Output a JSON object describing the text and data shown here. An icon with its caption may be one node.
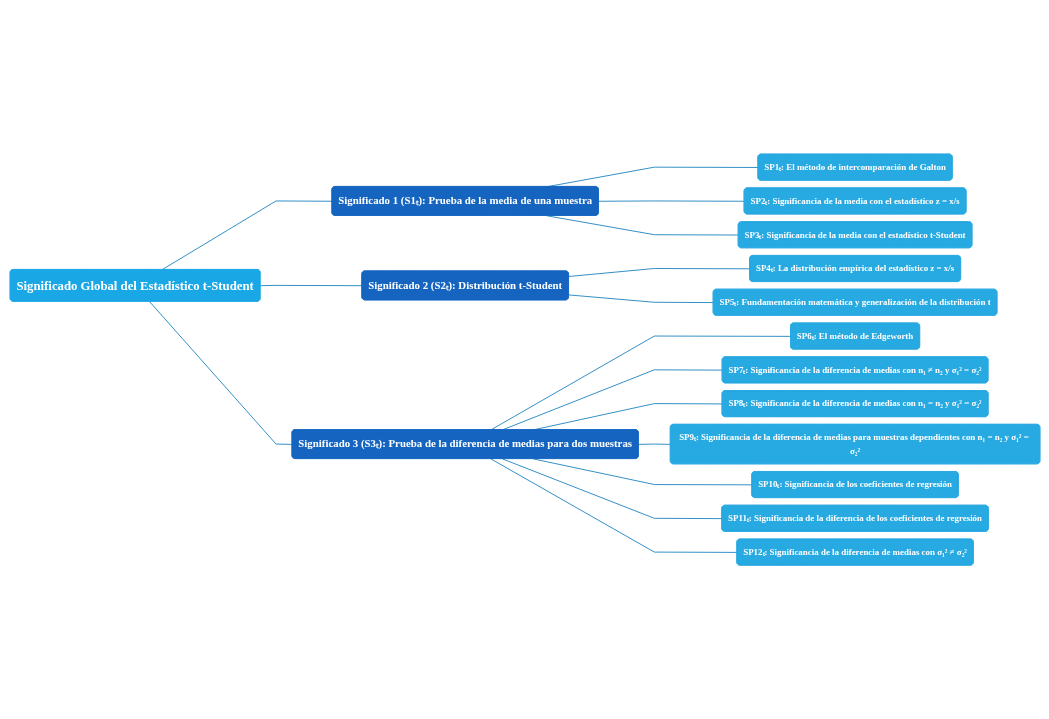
{
  "diagram": {
    "nodes": [
      {
        "text": [
          "Significado Global del Estadístico t-Student"
        ]
      },
      {
        "text": [
          "Significado 1 (S1ₜ): Prueba de la media de una muestra"
        ]
      },
      {
        "text": [
          "Significado 2 (S2ₜ): Distribución t-Student"
        ]
      },
      {
        "text": [
          "Significado 3 (S3ₜ): Prueba de la diferencia de medias para dos muestras"
        ]
      },
      {
        "text": [
          "SP1ₜ: El método de intercomparación de Galton"
        ]
      },
      {
        "text": [
          "SP2ₜ: Significancia de la media con el estadístico z = x/s"
        ]
      },
      {
        "text": [
          "SP3ₜ: Significancia de la media con el estadístico t-Student"
        ]
      },
      {
        "text": [
          "SP4ₜ: La distribución empírica del estadístico z = x/s"
        ]
      },
      {
        "text": [
          "SP5ₜ: Fundamentación matemática y generalización de la distribución t"
        ]
      },
      {
        "text": [
          "SP6ₜ: El método de Edgeworth"
        ]
      },
      {
        "text": [
          "SP7ₜ: Significancia de la diferencia de medias con n₁ ≠ n₂ y σ₁² = σ₂²"
        ]
      },
      {
        "text": [
          "SP8ₜ: Significancia de la diferencia de medias con n₁ = n₂ y σ₁² = σ₂²"
        ]
      },
      {
        "text": [
          "SP9ₜ: Significancia de la diferencia de medias para muestras dependientes con n₁ = n₂ y σ₁² = σ₂²"
        ]
      },
      {
        "text": [
          "SP10ₜ: Significancia de los coeficientes de regresión"
        ]
      },
      {
        "text": [
          "SP11ₜ: Significancia de la diferencia de los coeficientes de regresión"
        ]
      },
      {
        "text": [
          "SP12ₜ: Significancia de la diferencia de medias con σ₁² ≠ σ₂²"
        ]
      }
    ],
    "edges": [
      {
        "from": 0,
        "to": 1,
        "arrow": "none"
      },
      {
        "from": 0,
        "to": 2,
        "arrow": "none"
      },
      {
        "from": 0,
        "to": 3,
        "arrow": "none"
      },
      {
        "from": 1,
        "to": 4,
        "arrow": "none"
      },
      {
        "from": 1,
        "to": 5,
        "arrow": "none"
      },
      {
        "from": 1,
        "to": 6,
        "arrow": "none"
      },
      {
        "from": 2,
        "to": 7,
        "arrow": "none"
      },
      {
        "from": 2,
        "to": 8,
        "arrow": "none"
      },
      {
        "from": 3,
        "to": 9,
        "arrow": "none"
      },
      {
        "from": 3,
        "to": 10,
        "arrow": "none"
      },
      {
        "from": 3,
        "to": 11,
        "arrow": "none"
      },
      {
        "from": 3,
        "to": 12,
        "arrow": "none"
      },
      {
        "from": 3,
        "to": 13,
        "arrow": "none"
      },
      {
        "from": 3,
        "to": 14,
        "arrow": "none"
      },
      {
        "from": 3,
        "to": 15,
        "arrow": "none"
      }
    ]
  }
}
